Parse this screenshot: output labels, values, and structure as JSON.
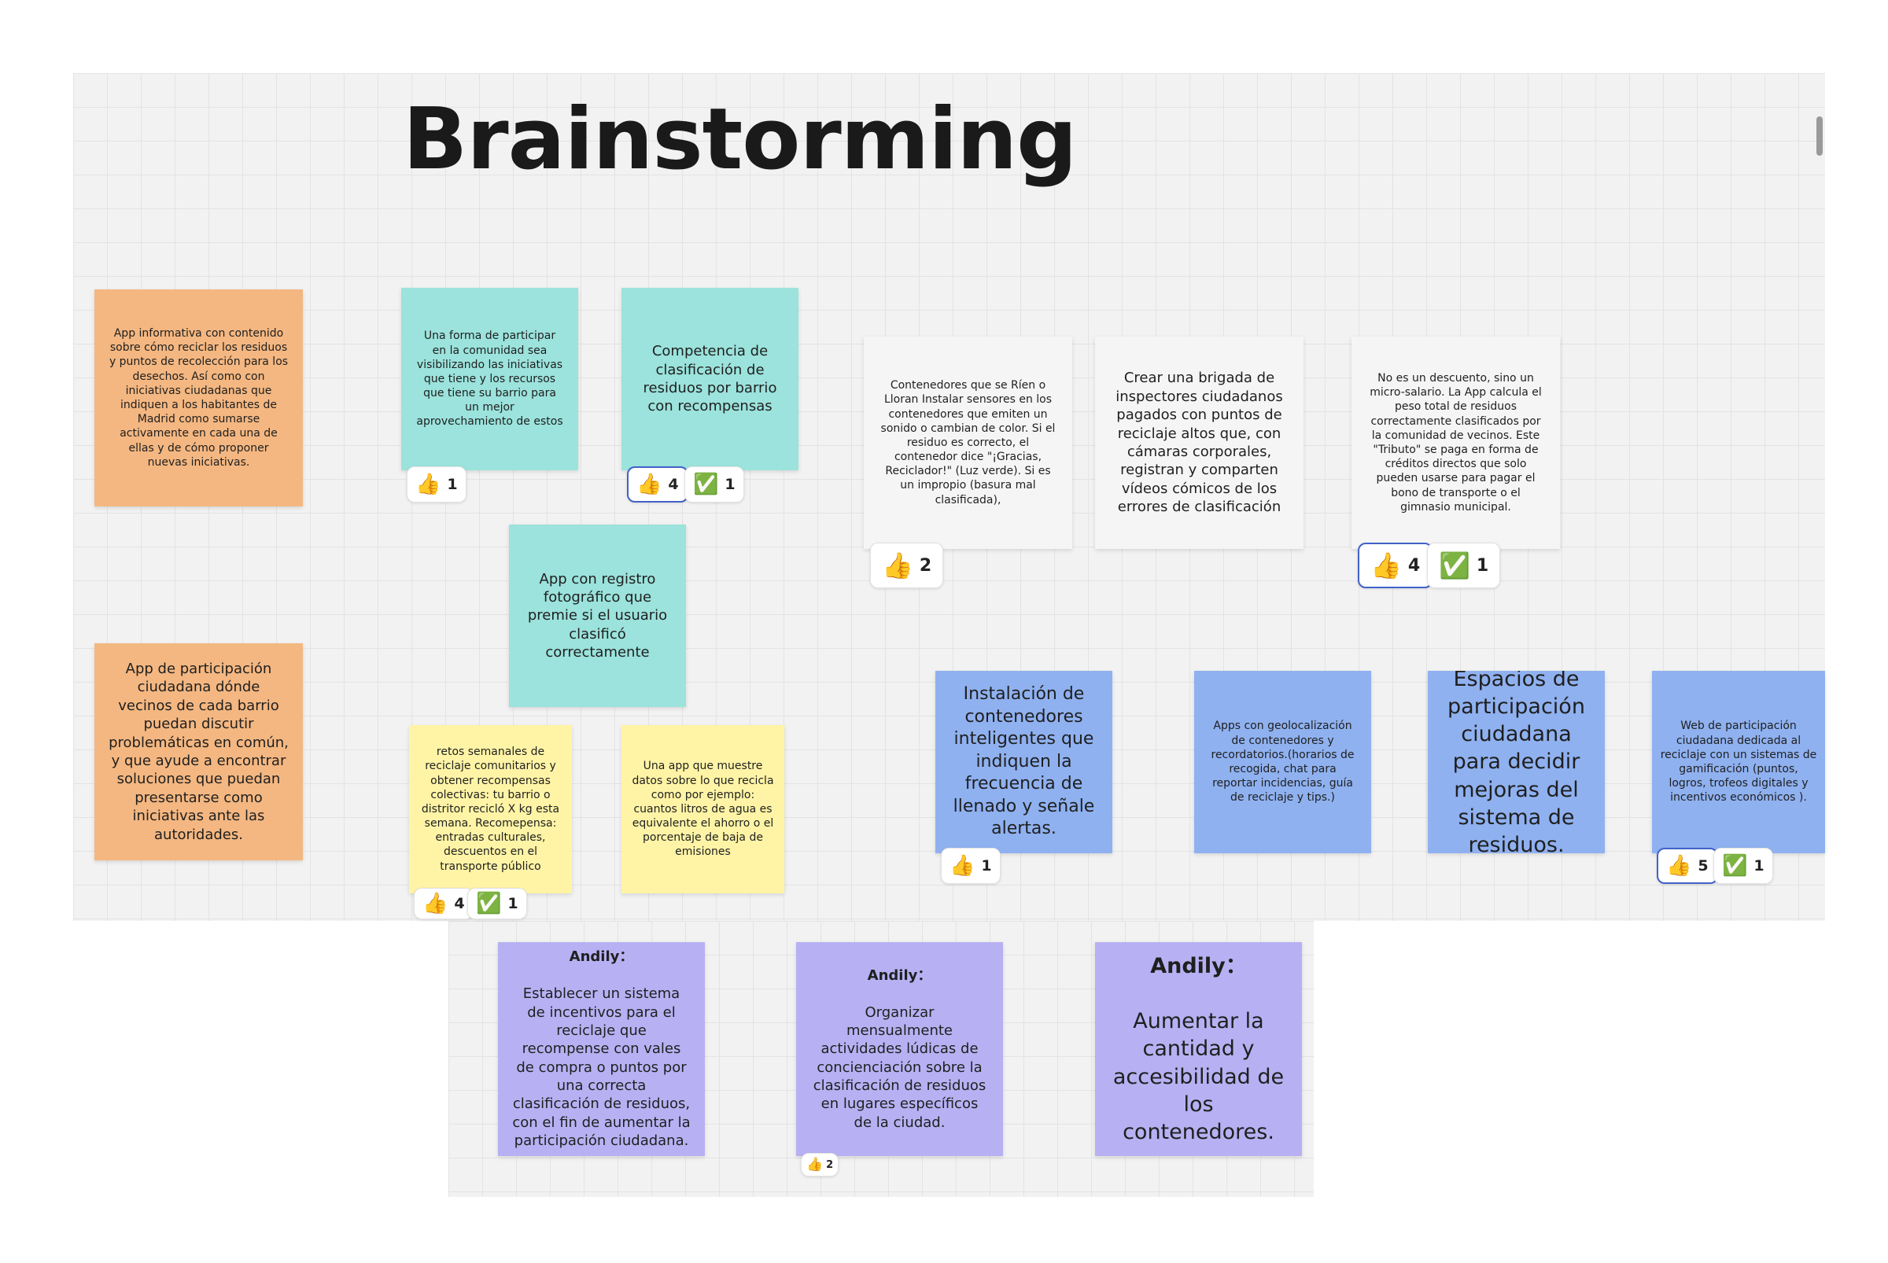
{
  "title": "Brainstorming",
  "icons": {
    "thumbs_up": "👍",
    "check": "✅"
  },
  "notes": {
    "app_informativa": "App informativa con contenido sobre cómo reciclar los residuos y puntos de recolección para los desechos. Así como con iniciativas ciudadanas que indiquen a los habitantes de Madrid como sumarse activamente en cada una de ellas y de cómo proponer nuevas iniciativas.",
    "forma_participar": "Una forma de participar en la comunidad sea visibilizando las iniciativas que tiene y los recursos que tiene su barrio para un mejor aprovechamiento de estos",
    "competencia": "Competencia de clasificación de residuos por barrio con recompensas",
    "contenedores_rien": "Contenedores que se Ríen o Lloran  Instalar sensores en los contenedores que emiten un sonido o cambian de color. Si el residuo es correcto, el contenedor dice \"¡Gracias, Reciclador!\" (Luz verde). Si es un impropio (basura mal clasificada),",
    "brigada": "Crear una brigada de inspectores ciudadanos pagados con puntos de reciclaje altos que, con cámaras corporales, registran y comparten vídeos cómicos de los errores de clasificación",
    "micro_salario": "No es un descuento, sino un micro-salario. La App calcula el peso total de residuos correctamente clasificados por la comunidad de vecinos. Este \"Tributo\" se paga en forma de créditos directos que solo pueden usarse para pagar el bono de transporte o el gimnasio municipal.",
    "registro_fotografico": "App con registro fotográfico que premie si el usuario clasificó correctamente",
    "app_participacion": "App de participación ciudadana dónde vecinos de cada barrio puedan discutir problemáticas en común, y que ayude a encontrar soluciones que puedan presentarse como iniciativas ante las autoridades.",
    "retos_semanales": "retos semanales de reciclaje comunitarios y obtener recompensas colectivas: tu barrio o distritor recicló X kg esta semana. Recomepensa: entradas culturales, descuentos en el transporte público",
    "app_datos": "Una app que muestre datos sobre lo que recicla como por ejemplo: cuantos litros de agua es equivalente el ahorro o el porcentaje de baja de emisiones",
    "instalacion_contenedores": "Instalación de contenedores inteligentes que indiquen la frecuencia de llenado y señale alertas.",
    "apps_geolocalizacion": "Apps con geolocalización de contenedores y recordatorios.(horarios de recogida, chat para reportar incidencias, guía de reciclaje y tips.)",
    "espacios_participacion": "Espacios de participación ciudadana para decidir mejoras del sistema de residuos.",
    "web_participacion": "Web de participación ciudadana dedicada al reciclaje con un sistemas de gamificación (puntos, logros, trofeos digitales y incentivos económicos ).",
    "andily_head": "Andily：",
    "andily_1": "Establecer un sistema de incentivos para el reciclaje que recompense con vales de compra o puntos por una correcta clasificación de residuos, con el fin de aumentar la participación ciudadana.",
    "andily_2": "Organizar mensualmente actividades lúdicas de concienciación sobre la clasificación de residuos en lugares específicos de la ciudad.",
    "andily_3": "Aumentar la cantidad y accesibilidad de los contenedores."
  },
  "reactions": {
    "forma_participar_like": "1",
    "competencia_like": "4",
    "competencia_check": "1",
    "contenedores_like": "2",
    "micro_salario_like": "4",
    "micro_salario_check": "1",
    "retos_like": "4",
    "retos_check": "1",
    "instalacion_like": "1",
    "web_like": "5",
    "web_check": "1",
    "andily2_like": "2"
  }
}
